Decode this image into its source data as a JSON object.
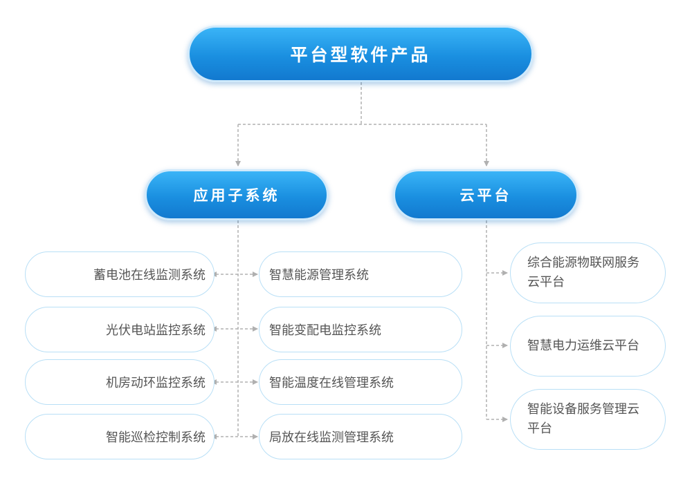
{
  "root": {
    "label": "平台型软件产品"
  },
  "categories": [
    {
      "label": "应用子系统"
    },
    {
      "label": "云平台"
    }
  ],
  "app_left": [
    "蓄电池在线监测系统",
    "光伏电站监控系统",
    "机房动环监控系统",
    "智能巡检控制系统"
  ],
  "app_right": [
    "智慧能源管理系统",
    "智能变配电监控系统",
    "智能温度在线管理系统",
    "局放在线监测管理系统"
  ],
  "cloud": [
    "综合能源物联网服务云平台",
    "智慧电力运维云平台",
    "智能设备服务管理云平台"
  ],
  "colors": {
    "blue_accent": "#1a8fe0",
    "border_light": "#b8dff6",
    "connector": "#b0b0b0",
    "text": "#555555"
  }
}
